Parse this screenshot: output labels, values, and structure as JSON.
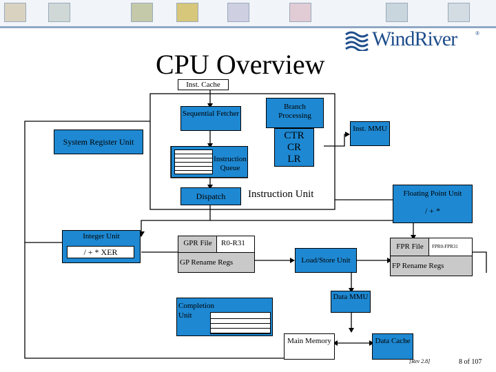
{
  "title": "CPU Overview",
  "logo": {
    "text": "WindRiver",
    "registered": "®"
  },
  "footer": {
    "rev": "[Rev 2.8]",
    "page": "8 of 107"
  },
  "labels": {
    "inst_cache": "Inst. Cache",
    "branch_processing": "Branch Processing",
    "sequential_fetcher": "Sequential Fetcher",
    "ctr": "CTR",
    "cr": "CR",
    "lr": "LR",
    "inst_mmu": "Inst. MMU",
    "system_register_unit": "System Register Unit",
    "instruction_queue": "Instruction Queue",
    "dispatch": "Dispatch",
    "instruction_unit": "Instruction Unit",
    "floating_point_unit": "Floating Point Unit",
    "fpu_ops": "/ + *",
    "integer_unit": "Integer Unit",
    "integer_ops": "/ + * XER",
    "gpr_file": "GPR File",
    "gpr_range": "R0-R31",
    "gp_rename_regs": "GP Rename Regs",
    "load_store_unit": "Load/Store Unit",
    "fpr_file": "FPR File",
    "fpr_range": "FPR0-FPR31",
    "fp_rename_regs": "FP Rename Regs",
    "data_mmu": "Data MMU",
    "completion_unit": "Completion Unit",
    "main_memory": "Main Memory",
    "data_cache": "Data Cache"
  },
  "colors": {
    "unit_blue": "#1e88d2",
    "register_gray": "#c9c9c9",
    "logo_blue": "#1f4e8c"
  }
}
